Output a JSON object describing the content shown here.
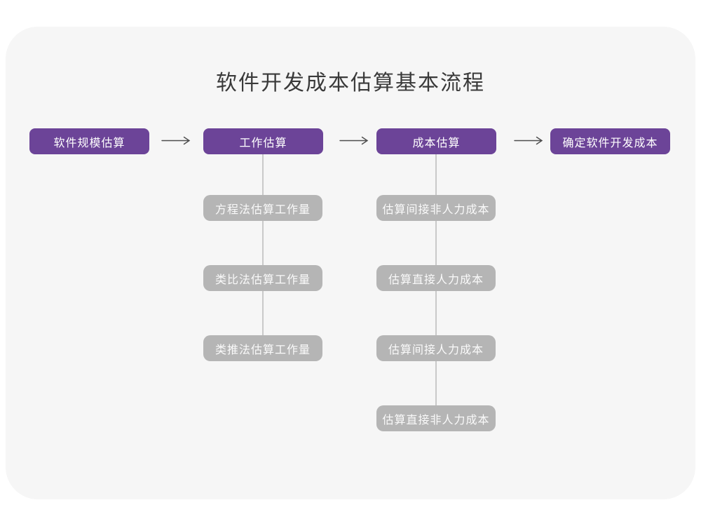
{
  "title": "软件开发成本估算基本流程",
  "colors": {
    "page_background": "#ffffff",
    "card_background": "#f6f6f6",
    "primary_node": "#6c4498",
    "secondary_node": "#b5b5b5",
    "node_text": "#ffffff",
    "title_text": "#3a3a3a",
    "arrow": "#4d4d4d",
    "connector": "#c9c9c9"
  },
  "flow": {
    "main_steps": [
      {
        "label": "软件规模估算",
        "substeps": []
      },
      {
        "label": "工作估算",
        "substeps": [
          "方程法估算工作量",
          "类比法估算工作量",
          "类推法估算工作量"
        ]
      },
      {
        "label": "成本估算",
        "substeps": [
          "估算间接非人力成本",
          "估算直接人力成本",
          "估算间接人力成本",
          "估算直接非人力成本"
        ]
      },
      {
        "label": "确定软件开发成本",
        "substeps": []
      }
    ]
  }
}
